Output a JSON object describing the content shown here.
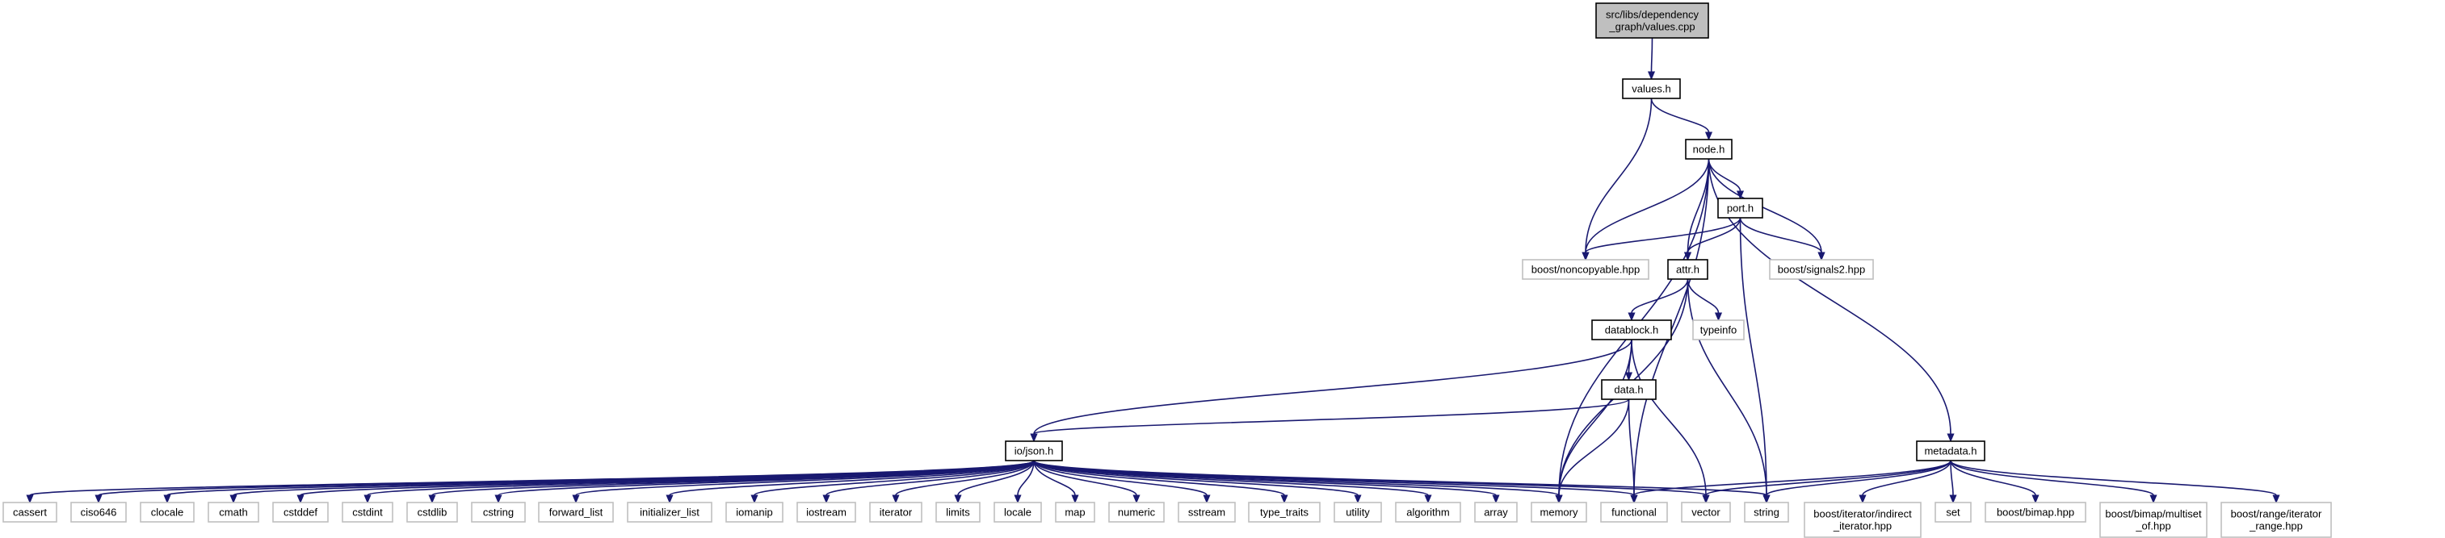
{
  "diagram": {
    "type": "include-dependency-graph",
    "colors": {
      "edge": "#191970",
      "root_fill": "#bfbfbf",
      "root_border": "#000000",
      "project_border": "#000000",
      "system_border": "#bfbfbf",
      "node_fill": "#ffffff"
    },
    "nodes": [
      {
        "id": "values_cpp",
        "kind": "root",
        "lines": [
          "src/libs/dependency",
          "_graph/values.cpp"
        ]
      },
      {
        "id": "values_h",
        "kind": "project",
        "lines": [
          "values.h"
        ]
      },
      {
        "id": "node_h",
        "kind": "project",
        "lines": [
          "node.h"
        ]
      },
      {
        "id": "port_h",
        "kind": "project",
        "lines": [
          "port.h"
        ]
      },
      {
        "id": "noncopyable",
        "kind": "system",
        "lines": [
          "boost/noncopyable.hpp"
        ]
      },
      {
        "id": "attr_h",
        "kind": "project",
        "lines": [
          "attr.h"
        ]
      },
      {
        "id": "signals2",
        "kind": "system",
        "lines": [
          "boost/signals2.hpp"
        ]
      },
      {
        "id": "datablock_h",
        "kind": "project",
        "lines": [
          "datablock.h"
        ]
      },
      {
        "id": "typeinfo",
        "kind": "system",
        "lines": [
          "typeinfo"
        ]
      },
      {
        "id": "data_h",
        "kind": "project",
        "lines": [
          "data.h"
        ]
      },
      {
        "id": "io_json_h",
        "kind": "project",
        "lines": [
          "io/json.h"
        ]
      },
      {
        "id": "metadata_h",
        "kind": "project",
        "lines": [
          "metadata.h"
        ]
      },
      {
        "id": "cassert",
        "kind": "system",
        "lines": [
          "cassert"
        ]
      },
      {
        "id": "ciso646",
        "kind": "system",
        "lines": [
          "ciso646"
        ]
      },
      {
        "id": "clocale",
        "kind": "system",
        "lines": [
          "clocale"
        ]
      },
      {
        "id": "cmath",
        "kind": "system",
        "lines": [
          "cmath"
        ]
      },
      {
        "id": "cstddef",
        "kind": "system",
        "lines": [
          "cstddef"
        ]
      },
      {
        "id": "cstdint",
        "kind": "system",
        "lines": [
          "cstdint"
        ]
      },
      {
        "id": "cstdlib",
        "kind": "system",
        "lines": [
          "cstdlib"
        ]
      },
      {
        "id": "cstring",
        "kind": "system",
        "lines": [
          "cstring"
        ]
      },
      {
        "id": "forward_list",
        "kind": "system",
        "lines": [
          "forward_list"
        ]
      },
      {
        "id": "initializer_list",
        "kind": "system",
        "lines": [
          "initializer_list"
        ]
      },
      {
        "id": "iomanip",
        "kind": "system",
        "lines": [
          "iomanip"
        ]
      },
      {
        "id": "iostream",
        "kind": "system",
        "lines": [
          "iostream"
        ]
      },
      {
        "id": "iterator",
        "kind": "system",
        "lines": [
          "iterator"
        ]
      },
      {
        "id": "limits",
        "kind": "system",
        "lines": [
          "limits"
        ]
      },
      {
        "id": "locale",
        "kind": "system",
        "lines": [
          "locale"
        ]
      },
      {
        "id": "map",
        "kind": "system",
        "lines": [
          "map"
        ]
      },
      {
        "id": "numeric",
        "kind": "system",
        "lines": [
          "numeric"
        ]
      },
      {
        "id": "sstream",
        "kind": "system",
        "lines": [
          "sstream"
        ]
      },
      {
        "id": "type_traits",
        "kind": "system",
        "lines": [
          "type_traits"
        ]
      },
      {
        "id": "utility",
        "kind": "system",
        "lines": [
          "utility"
        ]
      },
      {
        "id": "algorithm",
        "kind": "system",
        "lines": [
          "algorithm"
        ]
      },
      {
        "id": "array",
        "kind": "system",
        "lines": [
          "array"
        ]
      },
      {
        "id": "memory",
        "kind": "system",
        "lines": [
          "memory"
        ]
      },
      {
        "id": "functional",
        "kind": "system",
        "lines": [
          "functional"
        ]
      },
      {
        "id": "vector",
        "kind": "system",
        "lines": [
          "vector"
        ]
      },
      {
        "id": "string",
        "kind": "system",
        "lines": [
          "string"
        ]
      },
      {
        "id": "indirect_iterator",
        "kind": "system",
        "lines": [
          "boost/iterator/indirect",
          "_iterator.hpp"
        ]
      },
      {
        "id": "set",
        "kind": "system",
        "lines": [
          "set"
        ]
      },
      {
        "id": "bimap",
        "kind": "system",
        "lines": [
          "boost/bimap.hpp"
        ]
      },
      {
        "id": "multiset_of",
        "kind": "system",
        "lines": [
          "boost/bimap/multiset",
          "_of.hpp"
        ]
      },
      {
        "id": "iterator_range",
        "kind": "system",
        "lines": [
          "boost/range/iterator",
          "_range.hpp"
        ]
      }
    ],
    "edges": [
      [
        "values_cpp",
        "values_h"
      ],
      [
        "values_h",
        "node_h"
      ],
      [
        "values_h",
        "noncopyable"
      ],
      [
        "node_h",
        "port_h"
      ],
      [
        "node_h",
        "noncopyable"
      ],
      [
        "node_h",
        "attr_h"
      ],
      [
        "node_h",
        "signals2"
      ],
      [
        "node_h",
        "memory"
      ],
      [
        "node_h",
        "functional"
      ],
      [
        "node_h",
        "metadata_h"
      ],
      [
        "port_h",
        "noncopyable"
      ],
      [
        "port_h",
        "attr_h"
      ],
      [
        "port_h",
        "signals2"
      ],
      [
        "port_h",
        "string"
      ],
      [
        "attr_h",
        "datablock_h"
      ],
      [
        "attr_h",
        "typeinfo"
      ],
      [
        "attr_h",
        "memory"
      ],
      [
        "attr_h",
        "string"
      ],
      [
        "datablock_h",
        "data_h"
      ],
      [
        "datablock_h",
        "io_json_h"
      ],
      [
        "datablock_h",
        "memory"
      ],
      [
        "datablock_h",
        "vector"
      ],
      [
        "data_h",
        "io_json_h"
      ],
      [
        "data_h",
        "memory"
      ],
      [
        "data_h",
        "functional"
      ],
      [
        "io_json_h",
        "cassert"
      ],
      [
        "io_json_h",
        "ciso646"
      ],
      [
        "io_json_h",
        "clocale"
      ],
      [
        "io_json_h",
        "cmath"
      ],
      [
        "io_json_h",
        "cstddef"
      ],
      [
        "io_json_h",
        "cstdint"
      ],
      [
        "io_json_h",
        "cstdlib"
      ],
      [
        "io_json_h",
        "cstring"
      ],
      [
        "io_json_h",
        "forward_list"
      ],
      [
        "io_json_h",
        "initializer_list"
      ],
      [
        "io_json_h",
        "iomanip"
      ],
      [
        "io_json_h",
        "iostream"
      ],
      [
        "io_json_h",
        "iterator"
      ],
      [
        "io_json_h",
        "limits"
      ],
      [
        "io_json_h",
        "locale"
      ],
      [
        "io_json_h",
        "map"
      ],
      [
        "io_json_h",
        "numeric"
      ],
      [
        "io_json_h",
        "sstream"
      ],
      [
        "io_json_h",
        "type_traits"
      ],
      [
        "io_json_h",
        "utility"
      ],
      [
        "io_json_h",
        "algorithm"
      ],
      [
        "io_json_h",
        "array"
      ],
      [
        "io_json_h",
        "memory"
      ],
      [
        "io_json_h",
        "functional"
      ],
      [
        "io_json_h",
        "vector"
      ],
      [
        "io_json_h",
        "string"
      ],
      [
        "metadata_h",
        "functional"
      ],
      [
        "metadata_h",
        "vector"
      ],
      [
        "metadata_h",
        "string"
      ],
      [
        "metadata_h",
        "indirect_iterator"
      ],
      [
        "metadata_h",
        "set"
      ],
      [
        "metadata_h",
        "bimap"
      ],
      [
        "metadata_h",
        "multiset_of"
      ],
      [
        "metadata_h",
        "iterator_range"
      ]
    ]
  }
}
